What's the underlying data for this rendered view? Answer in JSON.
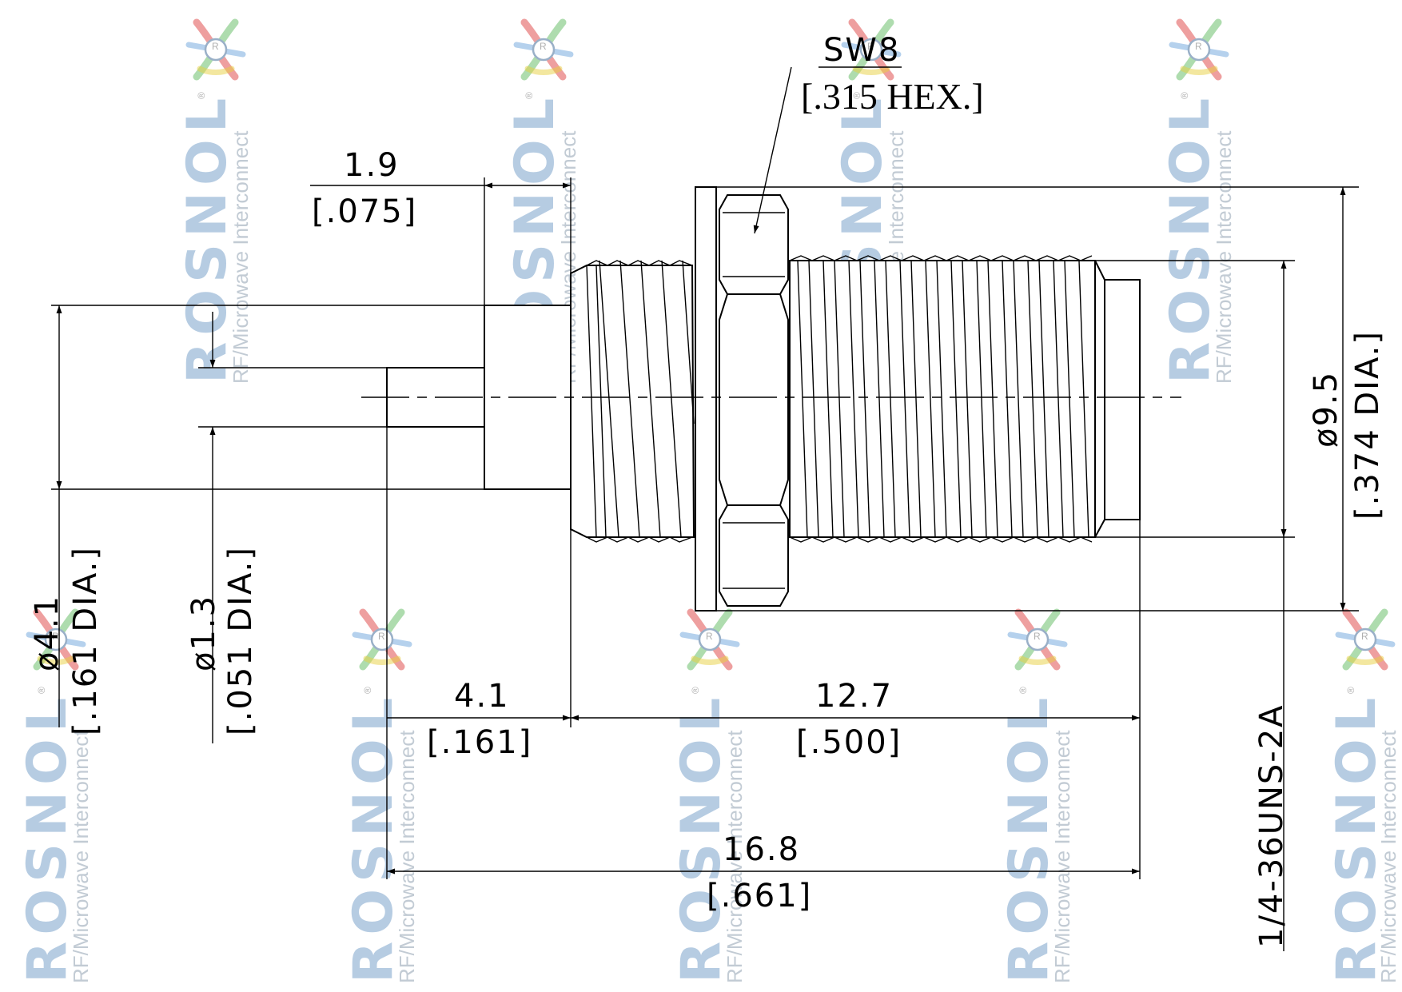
{
  "watermark": {
    "brand": "ROSNOL",
    "tagline": "RF/Microwave Interconnect",
    "registered_mark": "®",
    "logo_letter": "R",
    "colors": {
      "brand": "#aac4de",
      "tagline": "#bcc6d0",
      "logo_red": "#e05050",
      "logo_green": "#6cc06c",
      "logo_blue": "#5a9ad8",
      "logo_yellow": "#e8d040"
    }
  },
  "drawing": {
    "stroke_color": "#000000",
    "hex_callout": {
      "metric": "SW8",
      "imperial": "[.315 HEX.]"
    },
    "dimensions": {
      "pin_shoulder_length": {
        "metric": "1.9",
        "imperial": "[.075]"
      },
      "insulator_diameter": {
        "metric": "ø4.1",
        "imperial": "[.161 DIA.]"
      },
      "pin_diameter": {
        "metric": "ø1.3",
        "imperial": "[.051 DIA.]"
      },
      "rear_length": {
        "metric": "4.1",
        "imperial": "[.161]"
      },
      "thread_length": {
        "metric": "12.7",
        "imperial": "[.500]"
      },
      "overall_length": {
        "metric": "16.8",
        "imperial": "[.661]"
      },
      "body_diameter": {
        "metric": "ø9.5",
        "imperial": "[.374 DIA.]"
      },
      "thread_spec": "1/4-36UNS-2A"
    }
  }
}
